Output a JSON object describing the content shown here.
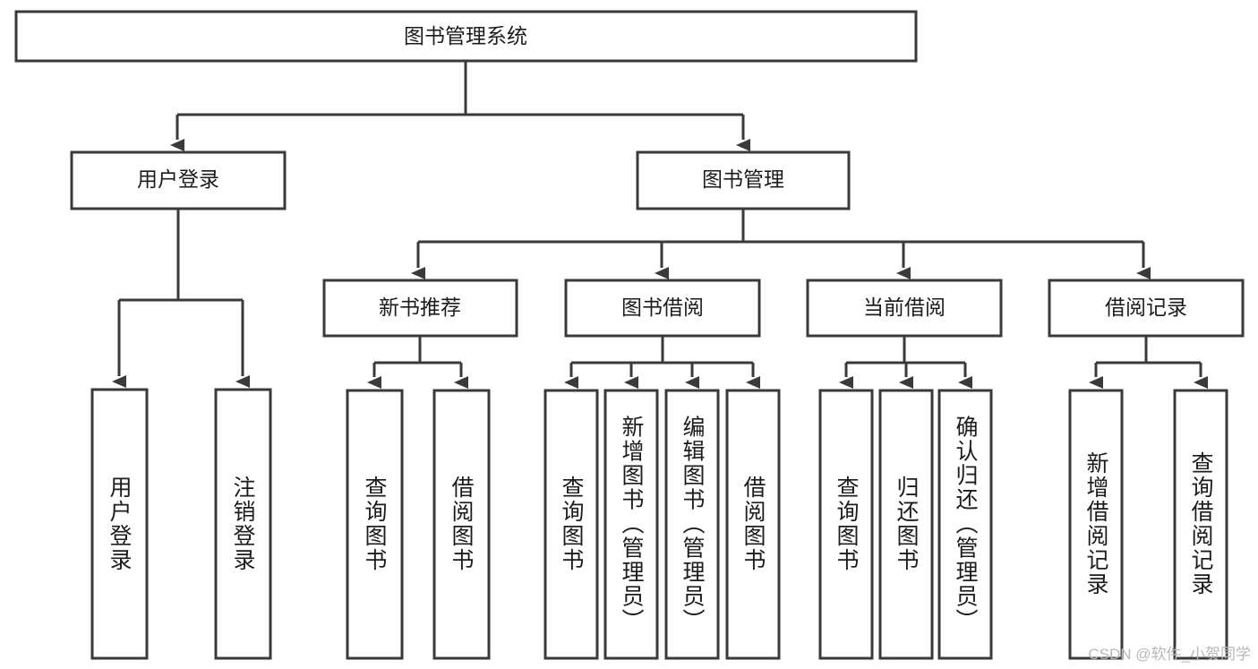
{
  "diagram": {
    "type": "tree-hierarchy-chart",
    "title": "图书管理系统",
    "root": {
      "label": "图书管理系统",
      "level": 1
    },
    "level2": [
      {
        "label": "用户登录"
      },
      {
        "label": "图书管理"
      }
    ],
    "level3": [
      {
        "label": "新书推荐",
        "parent": "图书管理"
      },
      {
        "label": "图书借阅",
        "parent": "图书管理"
      },
      {
        "label": "当前借阅",
        "parent": "图书管理"
      },
      {
        "label": "借阅记录",
        "parent": "图书管理"
      }
    ],
    "leaves_user_login": [
      {
        "label": "用户登录"
      },
      {
        "label": "注销登录"
      }
    ],
    "leaves_new_book": [
      {
        "label": "查询图书"
      },
      {
        "label": "借阅图书"
      }
    ],
    "leaves_borrow": [
      {
        "label": "查询图书"
      },
      {
        "label": "新增图书（管理员）"
      },
      {
        "label": "编辑图书（管理员）"
      },
      {
        "label": "借阅图书"
      }
    ],
    "leaves_current": [
      {
        "label": "查询图书"
      },
      {
        "label": "归还图书"
      },
      {
        "label": "确认归还（管理员）"
      }
    ],
    "leaves_records": [
      {
        "label": "新增借阅记录"
      },
      {
        "label": "查询借阅记录"
      }
    ],
    "colors": {
      "box_stroke": "#3a3a3a",
      "box_fill": "#ffffff",
      "text": "#1c1c1c",
      "background": "#ffffff",
      "watermark": "#b8b8b8"
    }
  },
  "watermark": {
    "text": "CSDN @软件_小贺同学"
  }
}
